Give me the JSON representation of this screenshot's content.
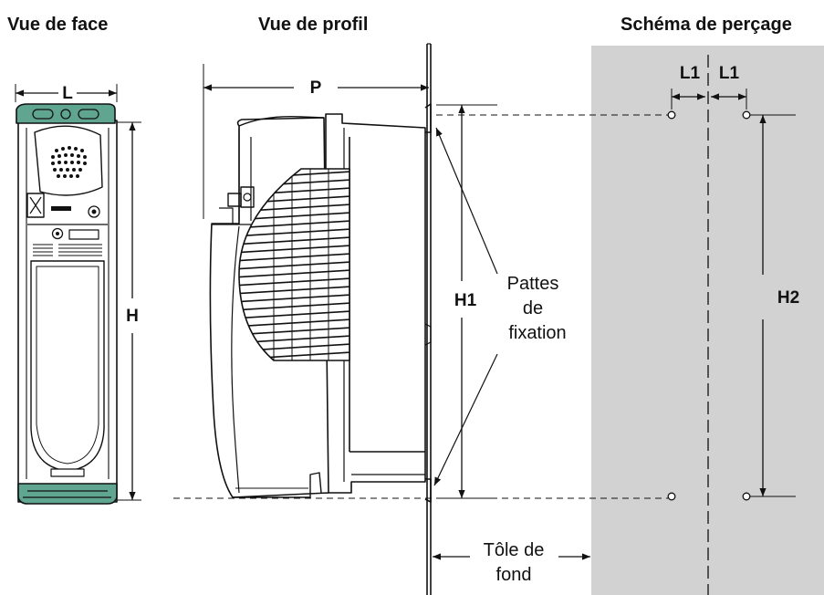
{
  "titles": {
    "front": "Vue de face",
    "side": "Vue de profil",
    "drilling": "Schéma de perçage"
  },
  "dimensions": {
    "width": "L",
    "height": "H",
    "depth": "P",
    "h1": "H1",
    "h2": "H2",
    "l1_left": "L1",
    "l1_right": "L1"
  },
  "labels": {
    "brackets_line1": "Pattes",
    "brackets_line2": "de",
    "brackets_line3": "fixation",
    "plate_line1": "Tôle de",
    "plate_line2": "fond"
  },
  "colors": {
    "drilling_panel": "#d2d2d2",
    "front_caps": "#5fa58f",
    "line": "#111111"
  }
}
